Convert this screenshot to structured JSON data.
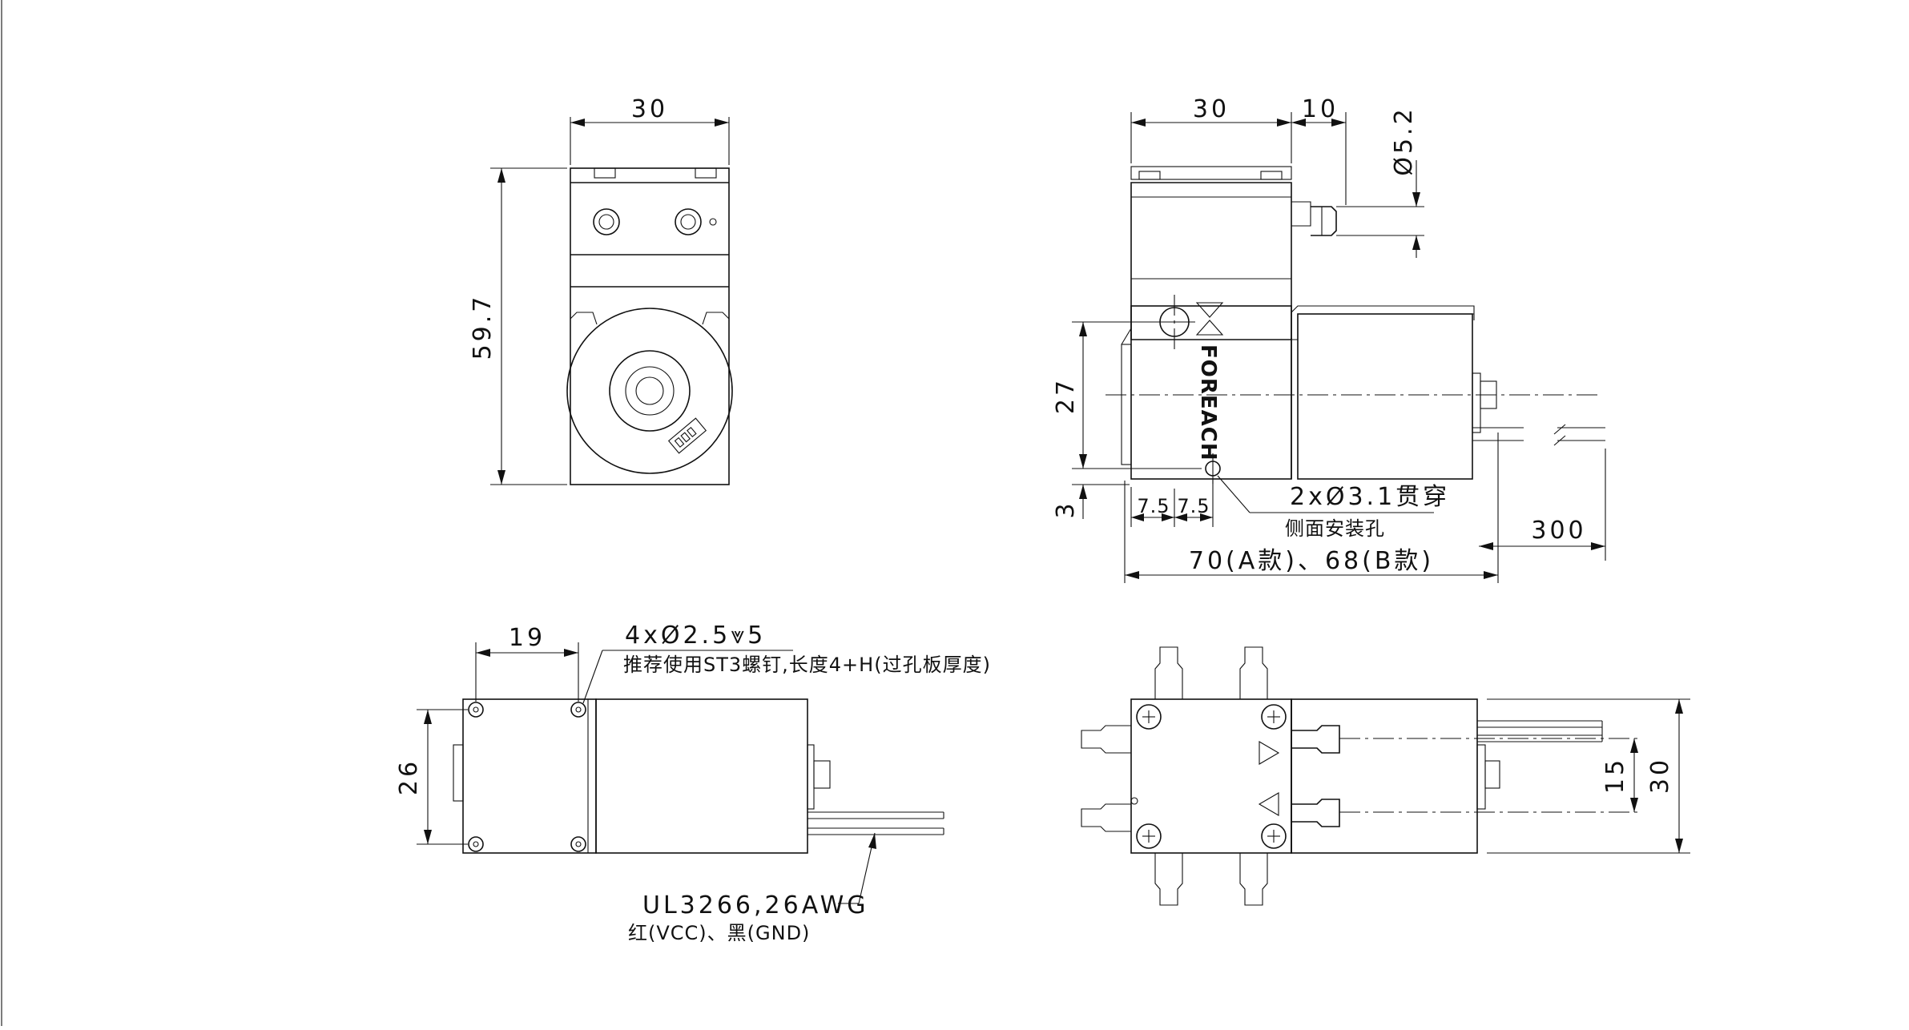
{
  "brand": {
    "name": "FOREACH"
  },
  "dimensions": {
    "front_width": "30",
    "front_height": "59.7",
    "side_width": "30",
    "nozzle_length": "10",
    "nozzle_diameter": "Ø5.2",
    "hole_height": "27",
    "hole_bottom": "3",
    "hole_offset_a": "7.5",
    "hole_offset_b": "7.5",
    "total_length": "70(A款)、68(B款)",
    "wire_length": "300",
    "bottom_offset": "19",
    "bottom_height": "26",
    "top_spacing": "15",
    "top_width": "30"
  },
  "notes": {
    "side_holes_spec": "2xØ3.1贯穿",
    "side_holes_desc": "侧面安装孔",
    "mount_holes_spec": "4xØ2.5⩔5",
    "mount_holes_desc": "推荐使用ST3螺钉,长度4+H(过孔板厚度)",
    "wire_spec": "UL3266,26AWG",
    "wire_colors": "红(VCC)、黑(GND)"
  }
}
